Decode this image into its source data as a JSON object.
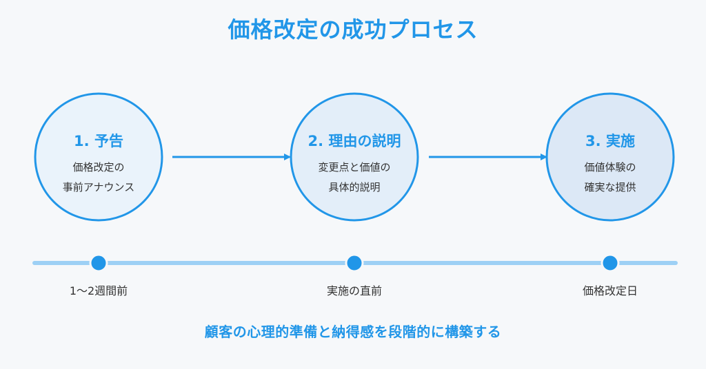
{
  "title": "価格改定の成功プロセス",
  "steps": [
    {
      "title": "1. 予告",
      "desc_line1": "価格改定の",
      "desc_line2": "事前アナウンス",
      "timing": "1〜2週間前"
    },
    {
      "title": "2. 理由の説明",
      "desc_line1": "変更点と価値の",
      "desc_line2": "具体的説明",
      "timing": "実施の直前"
    },
    {
      "title": "3. 実施",
      "desc_line1": "価値体験の",
      "desc_line2": "確実な提供",
      "timing": "価格改定日"
    }
  ],
  "footer": "顧客の心理的準備と納得感を段階的に構築する",
  "colors": {
    "accent": "#2196e8",
    "circle_fill_1": "#eaf3fb",
    "circle_fill_2": "#e3eef9",
    "circle_fill_3": "#dce8f6",
    "timeline": "#9dd0f5",
    "text": "#333333"
  }
}
